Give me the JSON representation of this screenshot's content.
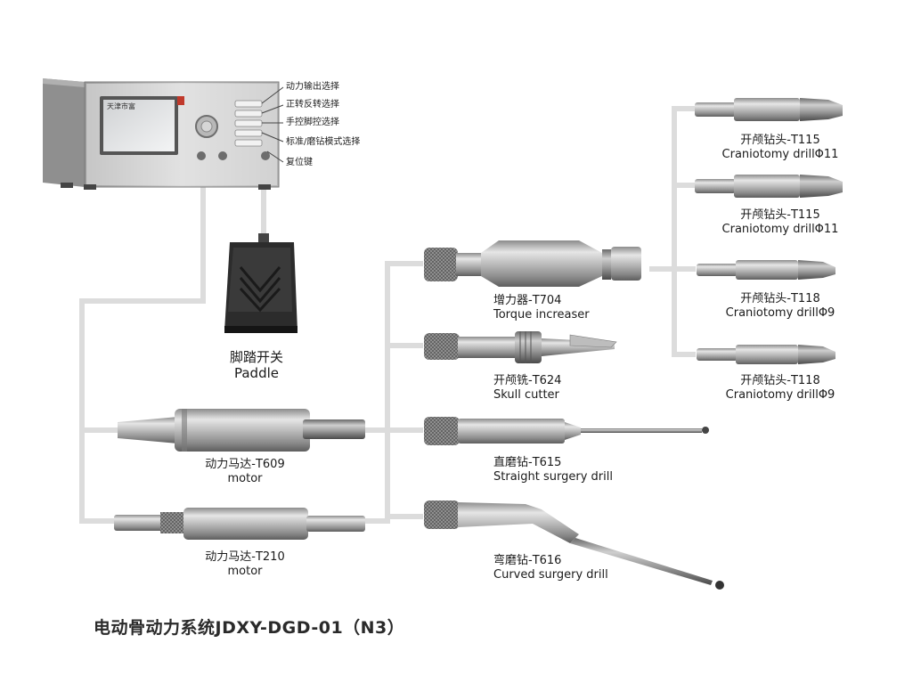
{
  "title": "电动骨动力系统JDXY-DGD-01（N3）",
  "console": {
    "brand": "天津市富",
    "controls": [
      {
        "label": "动力输出选择"
      },
      {
        "label": "正转反转选择"
      },
      {
        "label": "手控脚控选择"
      },
      {
        "label": "标准/磨钻模式选择"
      },
      {
        "label": "复位键"
      }
    ]
  },
  "paddle": {
    "zh": "脚踏开关",
    "en": "Paddle"
  },
  "motors": [
    {
      "zh": "动力马达-T609",
      "en": "motor"
    },
    {
      "zh": "动力马达-T210",
      "en": "motor"
    }
  ],
  "handpieces": [
    {
      "zh": "增力器-T704",
      "en": "Torque increaser"
    },
    {
      "zh": "开颅铣-T624",
      "en": "Skull cutter"
    },
    {
      "zh": "直磨钻-T615",
      "en": "Straight surgery drill"
    },
    {
      "zh": "弯磨钻-T616",
      "en": "Curved surgery drill"
    }
  ],
  "drills": [
    {
      "zh": "开颅钻头-T115",
      "en": "Craniotomy drillΦ11"
    },
    {
      "zh": "开颅钻头-T115",
      "en": "Craniotomy drillΦ11"
    },
    {
      "zh": "开颅钻头-T118",
      "en": "Craniotomy drillΦ9"
    },
    {
      "zh": "开颅钻头-T118",
      "en": "Craniotomy drillΦ9"
    }
  ]
}
